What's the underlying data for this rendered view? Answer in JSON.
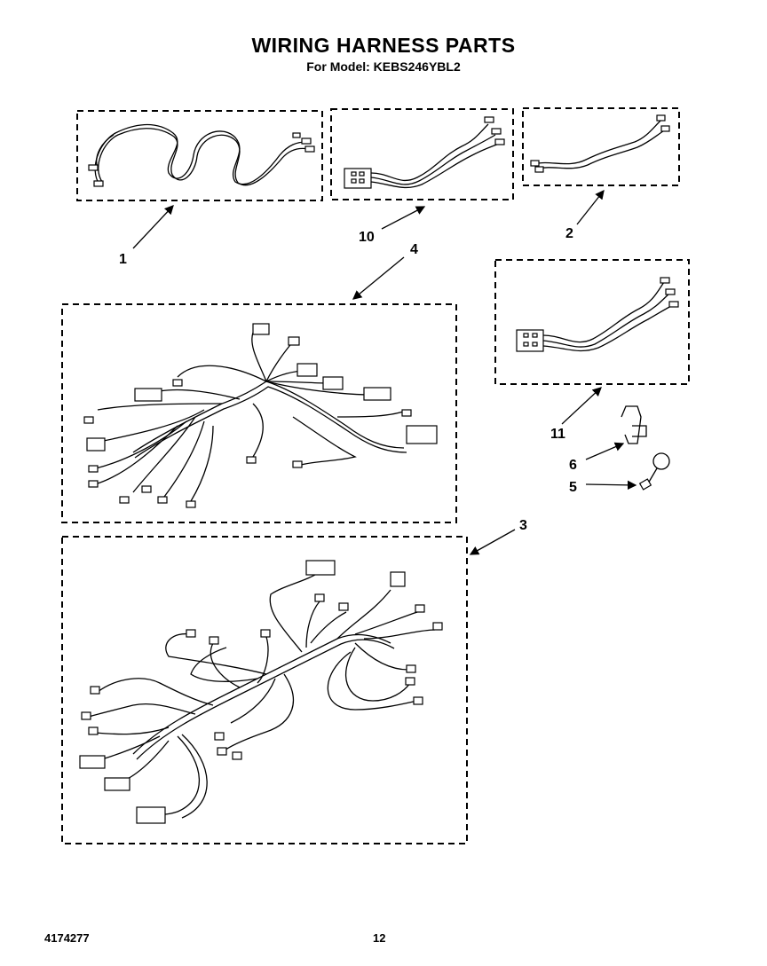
{
  "header": {
    "title": "WIRING HARNESS PARTS",
    "subtitle": "For Model: KEBS246YBL2"
  },
  "callouts": [
    "1",
    "10",
    "2",
    "4",
    "11",
    "6",
    "5",
    "3"
  ],
  "footer": {
    "doc_number": "4174277",
    "page_number": "12"
  }
}
